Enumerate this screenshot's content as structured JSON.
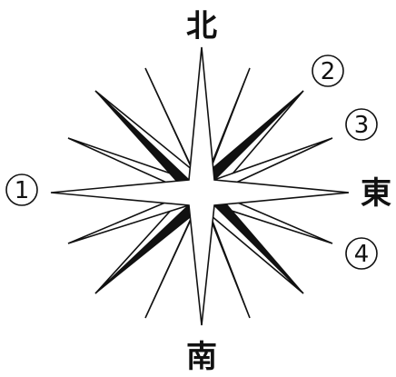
{
  "compass": {
    "north": "北",
    "east": "東",
    "south": "南",
    "west_marker": "1",
    "markers": [
      "2",
      "3",
      "4"
    ]
  },
  "colors": {
    "ink": "#111111",
    "paper": "#ffffff"
  }
}
